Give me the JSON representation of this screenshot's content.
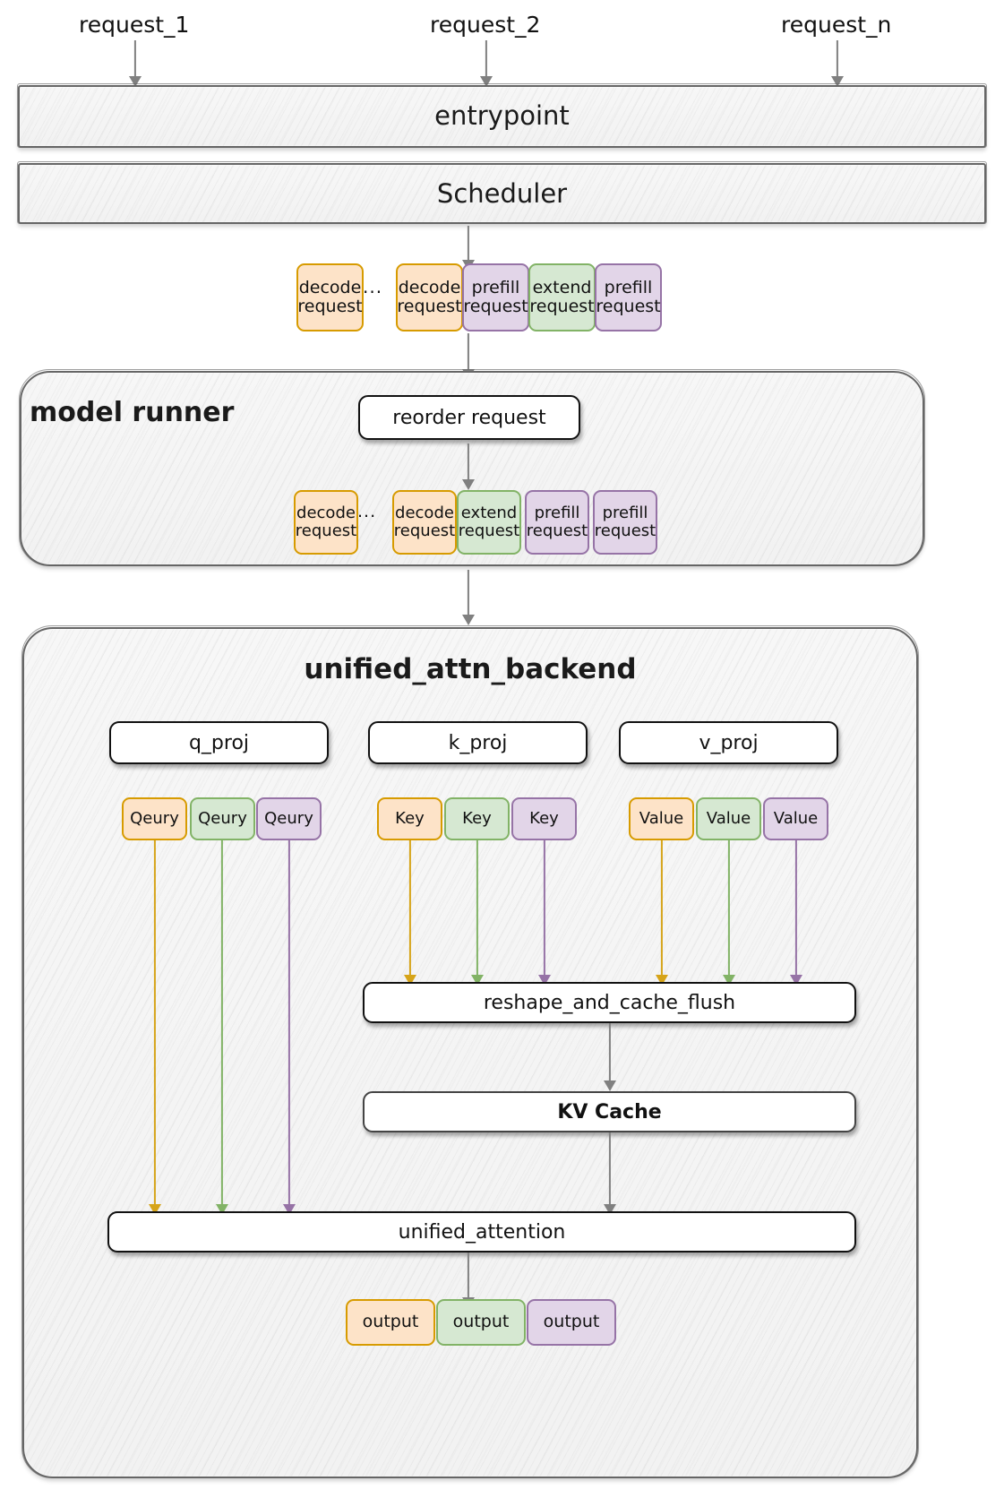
{
  "diagram": {
    "title": "unified attention backend request flow",
    "colors": {
      "orange_fill": "#fde3c8",
      "orange_border": "#d79b00",
      "green_fill": "#d6e8d2",
      "green_border": "#82b366",
      "purple_fill": "#e2d5e8",
      "purple_border": "#9673a6",
      "container_border": "#666666",
      "box_border": "#111111",
      "arrow_gray": "#808080"
    }
  },
  "inputs": [
    {
      "label": "request_1"
    },
    {
      "label": "request_2"
    },
    {
      "label": "request_n"
    }
  ],
  "entrypoint": {
    "label": "entrypoint"
  },
  "scheduler": {
    "label": "Scheduler"
  },
  "scheduled_batch": {
    "ellipsis": "...",
    "chips": [
      {
        "line1": "decode",
        "line2": "request",
        "color": "orange"
      },
      {
        "line1": "decode",
        "line2": "request",
        "color": "orange"
      },
      {
        "line1": "prefill",
        "line2": "request",
        "color": "purple"
      },
      {
        "line1": "extend",
        "line2": "request",
        "color": "green"
      },
      {
        "line1": "prefill",
        "line2": "request",
        "color": "purple"
      }
    ]
  },
  "model_runner": {
    "label": "model runner",
    "reorder": {
      "label": "reorder request"
    },
    "reordered_batch": {
      "ellipsis": "...",
      "chips": [
        {
          "line1": "decode",
          "line2": "request",
          "color": "orange"
        },
        {
          "line1": "decode",
          "line2": "request",
          "color": "orange"
        },
        {
          "line1": "extend",
          "line2": "request",
          "color": "green"
        },
        {
          "line1": "prefill",
          "line2": "request",
          "color": "purple"
        },
        {
          "line1": "prefill",
          "line2": "request",
          "color": "purple"
        }
      ]
    }
  },
  "backend": {
    "label": "unified_attn_backend",
    "projections": [
      {
        "label": "q_proj"
      },
      {
        "label": "k_proj"
      },
      {
        "label": "v_proj"
      }
    ],
    "query_chips": [
      {
        "label": "Qeury",
        "color": "orange"
      },
      {
        "label": "Qeury",
        "color": "green"
      },
      {
        "label": "Qeury",
        "color": "purple"
      }
    ],
    "key_chips": [
      {
        "label": "Key",
        "color": "orange"
      },
      {
        "label": "Key",
        "color": "green"
      },
      {
        "label": "Key",
        "color": "purple"
      }
    ],
    "value_chips": [
      {
        "label": "Value",
        "color": "orange"
      },
      {
        "label": "Value",
        "color": "green"
      },
      {
        "label": "Value",
        "color": "purple"
      }
    ],
    "reshape": {
      "label": "reshape_and_cache_flush"
    },
    "kv_cache": {
      "label": "KV Cache"
    },
    "unified_attention": {
      "label": "unified_attention"
    },
    "outputs": [
      {
        "label": "output",
        "color": "orange"
      },
      {
        "label": "output",
        "color": "green"
      },
      {
        "label": "output",
        "color": "purple"
      }
    ]
  }
}
